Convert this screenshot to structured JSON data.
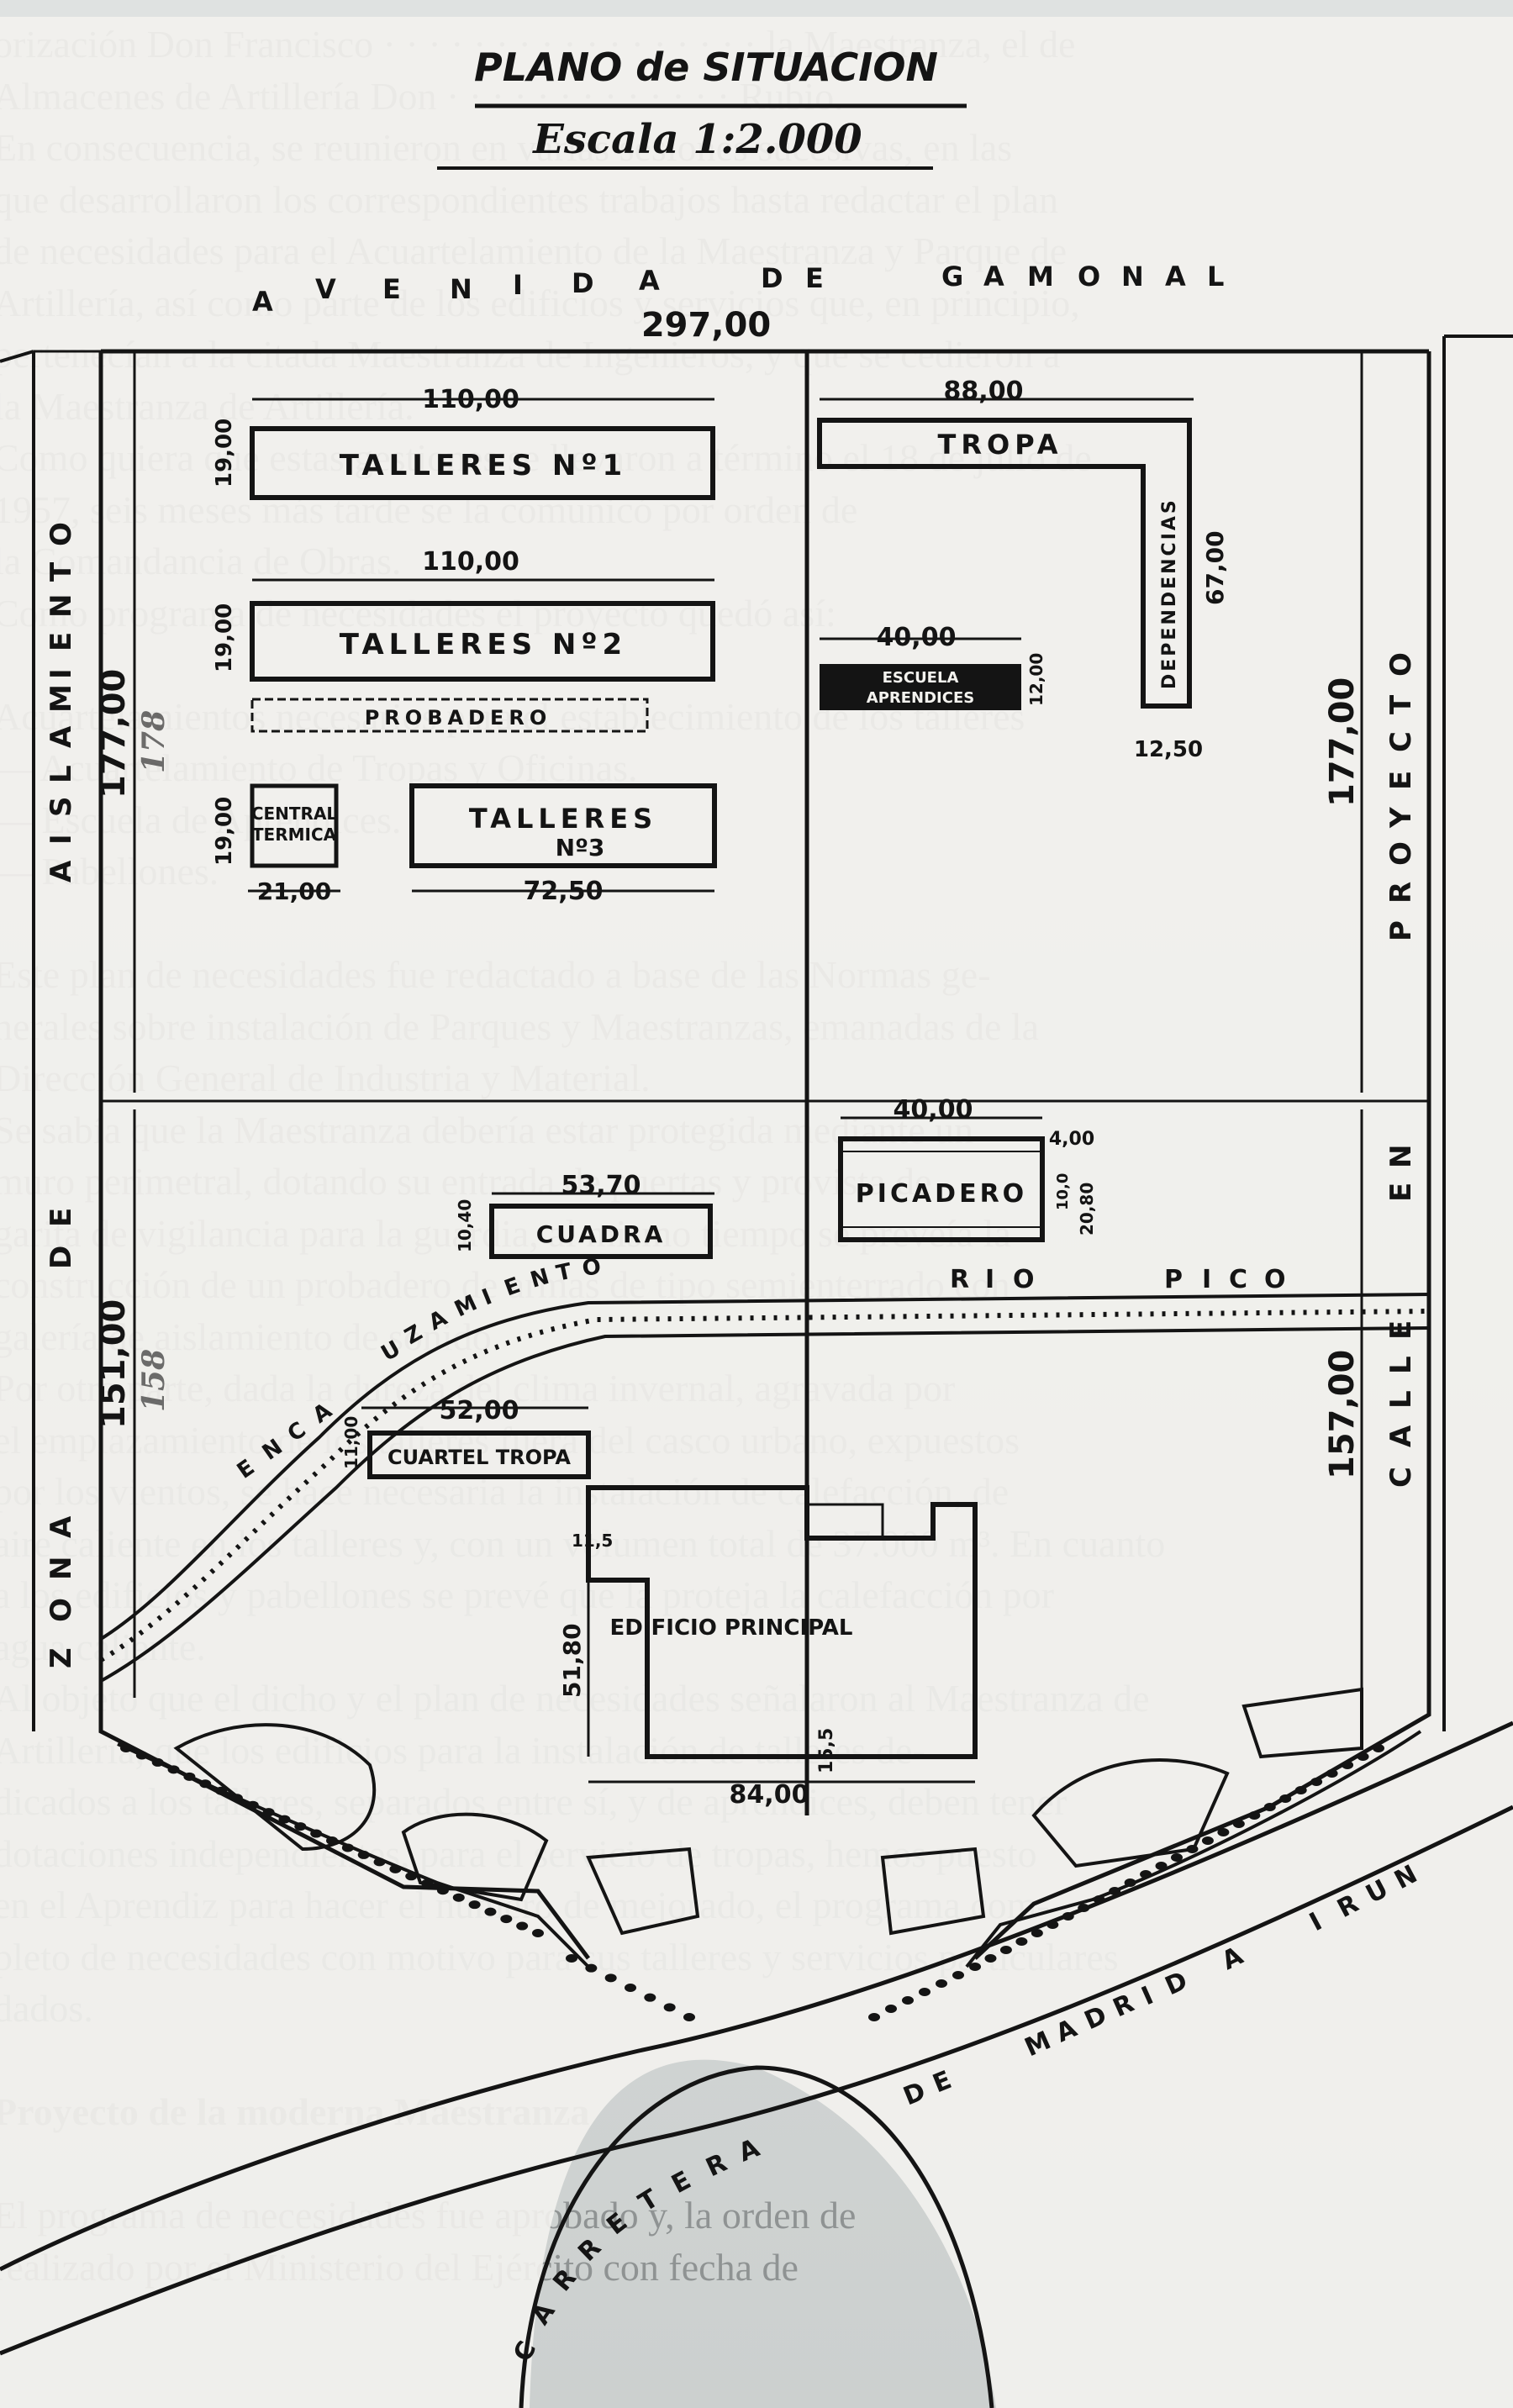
{
  "plan": {
    "title": "PLANO de SITUACION",
    "scale": "Escala 1:2.000"
  },
  "streets": {
    "top": [
      "A",
      "V",
      "E",
      "N",
      "I",
      "D",
      "A",
      "D",
      "E",
      "G",
      "A",
      "M",
      "O",
      "N",
      "A",
      "L"
    ],
    "left_a": [
      "Z",
      "O",
      "N",
      "A",
      "D",
      "E"
    ],
    "left_b": [
      "A",
      "I",
      "S",
      "L",
      "A",
      "M",
      "I",
      "E",
      "N",
      "T",
      "O"
    ],
    "right_a": [
      "C",
      "A",
      "L",
      "L",
      "E",
      "E",
      "N"
    ],
    "right_b": [
      "P",
      "R",
      "O",
      "Y",
      "E",
      "C",
      "T",
      "O"
    ],
    "bottom_a": [
      "C",
      "A",
      "R",
      "R",
      "E",
      "T",
      "E",
      "R",
      "A",
      "D",
      "E"
    ],
    "bottom_b": [
      "M",
      "A",
      "D",
      "R",
      "I",
      "D",
      "A",
      "I",
      "R",
      "U",
      "N"
    ]
  },
  "river": {
    "canal": [
      "E",
      "N",
      "C",
      "A",
      "U",
      "Z",
      "A",
      "M",
      "I",
      "E",
      "N",
      "T",
      "O"
    ],
    "river": [
      "R",
      "I",
      "O",
      "P",
      "I",
      "C",
      "O"
    ]
  },
  "buildings": {
    "talleres1": "TALLERES Nº1",
    "talleres2": "TALLERES Nº2",
    "talleres3a": "TALLERES",
    "talleres3b": "Nº3",
    "probadero": "PROBADERO",
    "central1": "CENTRAL",
    "central2": "TERMICA",
    "tropa": "TROPA",
    "dependencias": "DEPENDENCIAS",
    "escuela1": "ESCUELA",
    "escuela2": "APRENDICES",
    "picadero": "PICADERO",
    "cuadra": "CUADRA",
    "cuartel": "CUARTEL TROPA",
    "edificio": "EDIFICIO PRINCIPAL"
  },
  "dimensions": {
    "d297": "297,00",
    "d110a": "110,00",
    "d110b": "110,00",
    "d88": "88,00",
    "d19a": "19,00",
    "d19b": "19,00",
    "d19c": "19,00",
    "d67": "67,00",
    "d40a": "40,00",
    "d12": "12,00",
    "d12_5": "12,50",
    "d21": "21,00",
    "d72_5": "72,50",
    "d177a": "177,00",
    "d177b": "177,00",
    "d40b": "40,00",
    "d4": "4,00",
    "d10": "10,0",
    "d20_8": "20,80",
    "d53_7": "53,70",
    "d10_4": "10,40",
    "d151": "151,00",
    "d157": "157,00",
    "d52": "52,00",
    "d11": "11,00",
    "d11_5": "11,5",
    "d51_8": "51,80",
    "d15_5": "15,5",
    "d84": "84,00"
  },
  "annotations": {
    "a178": "178",
    "a158": "158"
  },
  "background_text": [
    "orización Don Francisco · · · · · · · · · · · · · · · · · la Maestranza, el de",
    "Almacenes de Artillería Don · · · · · · · · · · · · · Rubio.",
    "En consecuencia, se reunieron en varias sesiones sucesivas, en las",
    "que desarrollaron los correspondientes trabajos hasta redactar el plan",
    "de necesidades para el Acuartelamiento de la Maestranza y Parque de",
    "Artillería, así como parte de los edificios y servicios que, en principio,",
    "pertenecían a la citada Maestranza de Ingenieros, y que se cedieron a",
    "la Maestranza de Artillería.",
    "Como quiera que estas gestiones se llevaron a término el 18 de julio de",
    "1957, seis meses más tarde se la comunicó por orden de",
    "la Comandancia de Obras.",
    "Como programa de necesidades el proyecto quedó así:",
    "",
    "Acuartelamientos necesarios para el establecimiento de los talleres",
    "— Acuartelamiento de Tropas y Oficinas.",
    "— Escuela de Aprendices.",
    "— Pabellones.",
    "",
    "Este plan de necesidades fue redactado a base de las Normas ge-",
    "nerales sobre instalación de Parques y Maestranzas, emanadas de la",
    "Dirección General de Industria y Material.",
    "Se sabía que la Maestranza debería estar protegida mediante un",
    "muro perimetral, dotando su entrada de puertas y provista de",
    "garita de vigilancia para la guardia, al mismo tiempo se preveía la",
    "construcción de un probadero de armas de tipo semienterrado con",
    "galería de aislamiento de sonido.",
    "Por otra parte, dada la dureza del clima invernal, agravada por",
    "el emplazamiento de los talleres fuera del casco urbano, expuestos",
    "por los vientos, se hace necesaria la instalación de calefacción, de",
    "aire caliente en los talleres y, con un volumen total de 37.000 m³. En cuanto",
    "a los edificios y pabellones se prevé que la proteja la calefacción por",
    "agua caliente.",
    "Al objeto que el dicho y el plan de necesidades señalaron al Maestranza de",
    "Artillería, que los edificios para la instalación de talleres de-",
    "dicados a los talleres, separados entre sí, y de aprendices, deben tener",
    "dotaciones independientes, para el servicio de tropas, hemos puesto",
    "en el Aprendiz para hacer el número de mejorado, el programa com-",
    "pleto de necesidades con motivo para sus talleres y servicios particulares",
    "dados.",
    "",
    "Proyecto de la moderna Maestranza",
    "",
    "El programa de necesidades fue aprobado y, la orden de",
    "realizado por el Ministerio del Ejército con fecha de"
  ]
}
